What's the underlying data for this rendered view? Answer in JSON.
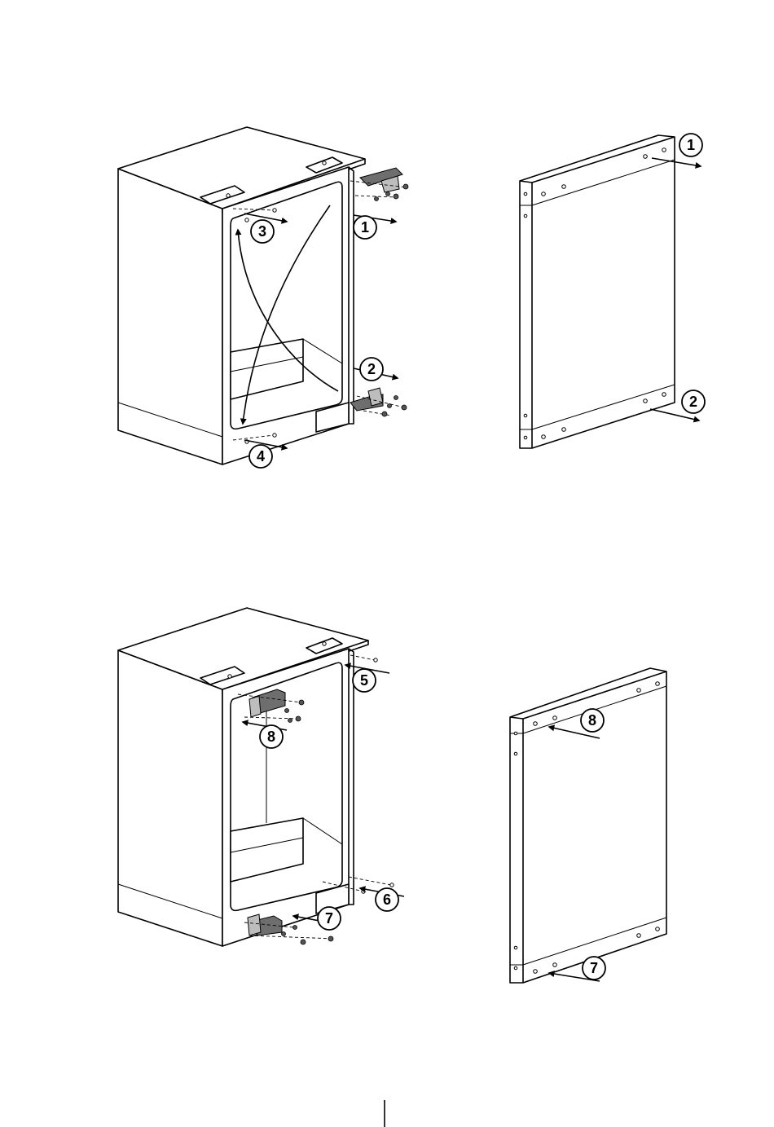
{
  "steps": {
    "s1": "1",
    "s2": "2",
    "s3": "3",
    "s4": "4",
    "s5": "5",
    "s6": "6",
    "s7": "7",
    "s8": "8"
  },
  "colors": {
    "line": "#000000",
    "hinge": "#6e6e6e",
    "background": "#ffffff"
  }
}
